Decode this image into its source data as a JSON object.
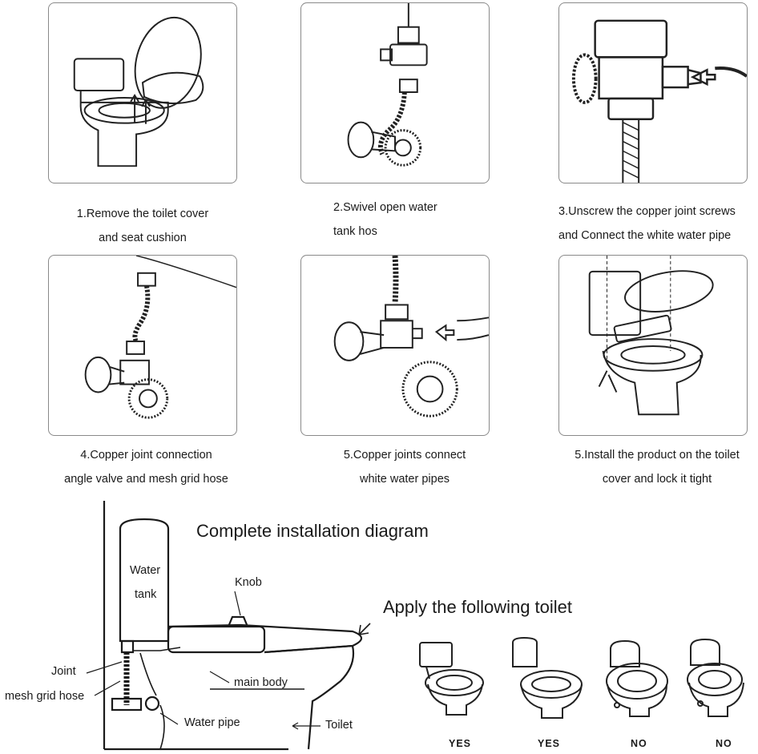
{
  "steps": [
    {
      "line1": "1.Remove the toilet cover",
      "line2": "and seat cushion"
    },
    {
      "line1": "2.Swivel open water",
      "line2": "tank hos"
    },
    {
      "line1": "3.Unscrew the copper joint screws",
      "line2": "and Connect the white water pipe"
    },
    {
      "line1": "4.Copper joint connection",
      "line2": "angle valve and mesh grid hose"
    },
    {
      "line1": "5.Copper joints connect",
      "line2": "white water pipes"
    },
    {
      "line1": "5.Install the product on the toilet",
      "line2": "cover and lock it tight"
    }
  ],
  "diagram": {
    "title": "Complete installation diagram",
    "labels": {
      "water_tank_1": "Water",
      "water_tank_2": "tank",
      "knob": "Knob",
      "joint": "Joint",
      "mesh_grid_hose": "mesh grid hose",
      "main_body": "main body",
      "water_pipe": "Water pipe",
      "toilet": "Toilet"
    }
  },
  "compatibility": {
    "title": "Apply the following toilet",
    "items": [
      {
        "verdict": "YES"
      },
      {
        "verdict": "YES"
      },
      {
        "verdict": "NO"
      },
      {
        "verdict": "NO"
      }
    ]
  }
}
